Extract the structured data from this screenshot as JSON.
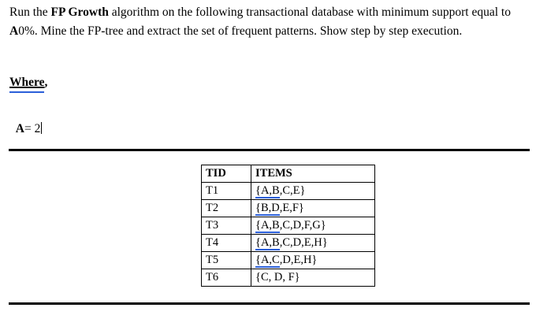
{
  "document": {
    "prompt": {
      "segment_1": "Run the ",
      "bold_1": "FP Growth",
      "segment_2": " algorithm on the following transactional database with minimum support equal to ",
      "bold_2": "A",
      "segment_3": "0%. Mine the FP-tree and extract the set of frequent patterns. Show step by step execution."
    },
    "where_heading": {
      "word": "Where",
      "comma": ","
    },
    "a_value": {
      "symbol": "A",
      "assignment": "= 2"
    },
    "table": {
      "headers": [
        "TID",
        "ITEMS"
      ],
      "rows": [
        {
          "tid": "T1",
          "items_underlined": "{A,B",
          "items_rest": ",C,E}"
        },
        {
          "tid": "T2",
          "items_underlined": "{B,D",
          "items_rest": ",E,F}"
        },
        {
          "tid": "T3",
          "items_underlined": "{A,B",
          "items_rest": ",C,D,F,G}"
        },
        {
          "tid": "T4",
          "items_underlined": "{A,B",
          "items_rest": ",C,D,E,H}"
        },
        {
          "tid": "T5",
          "items_underlined": "{A,C",
          "items_rest": ",D,E,H}"
        },
        {
          "tid": "T6",
          "items_underlined": "",
          "items_rest": "{C, D, F}"
        }
      ]
    },
    "colors": {
      "text": "#000000",
      "spellcheck_underline": "#2b5fd9",
      "rule": "#000000",
      "background": "#ffffff"
    }
  }
}
